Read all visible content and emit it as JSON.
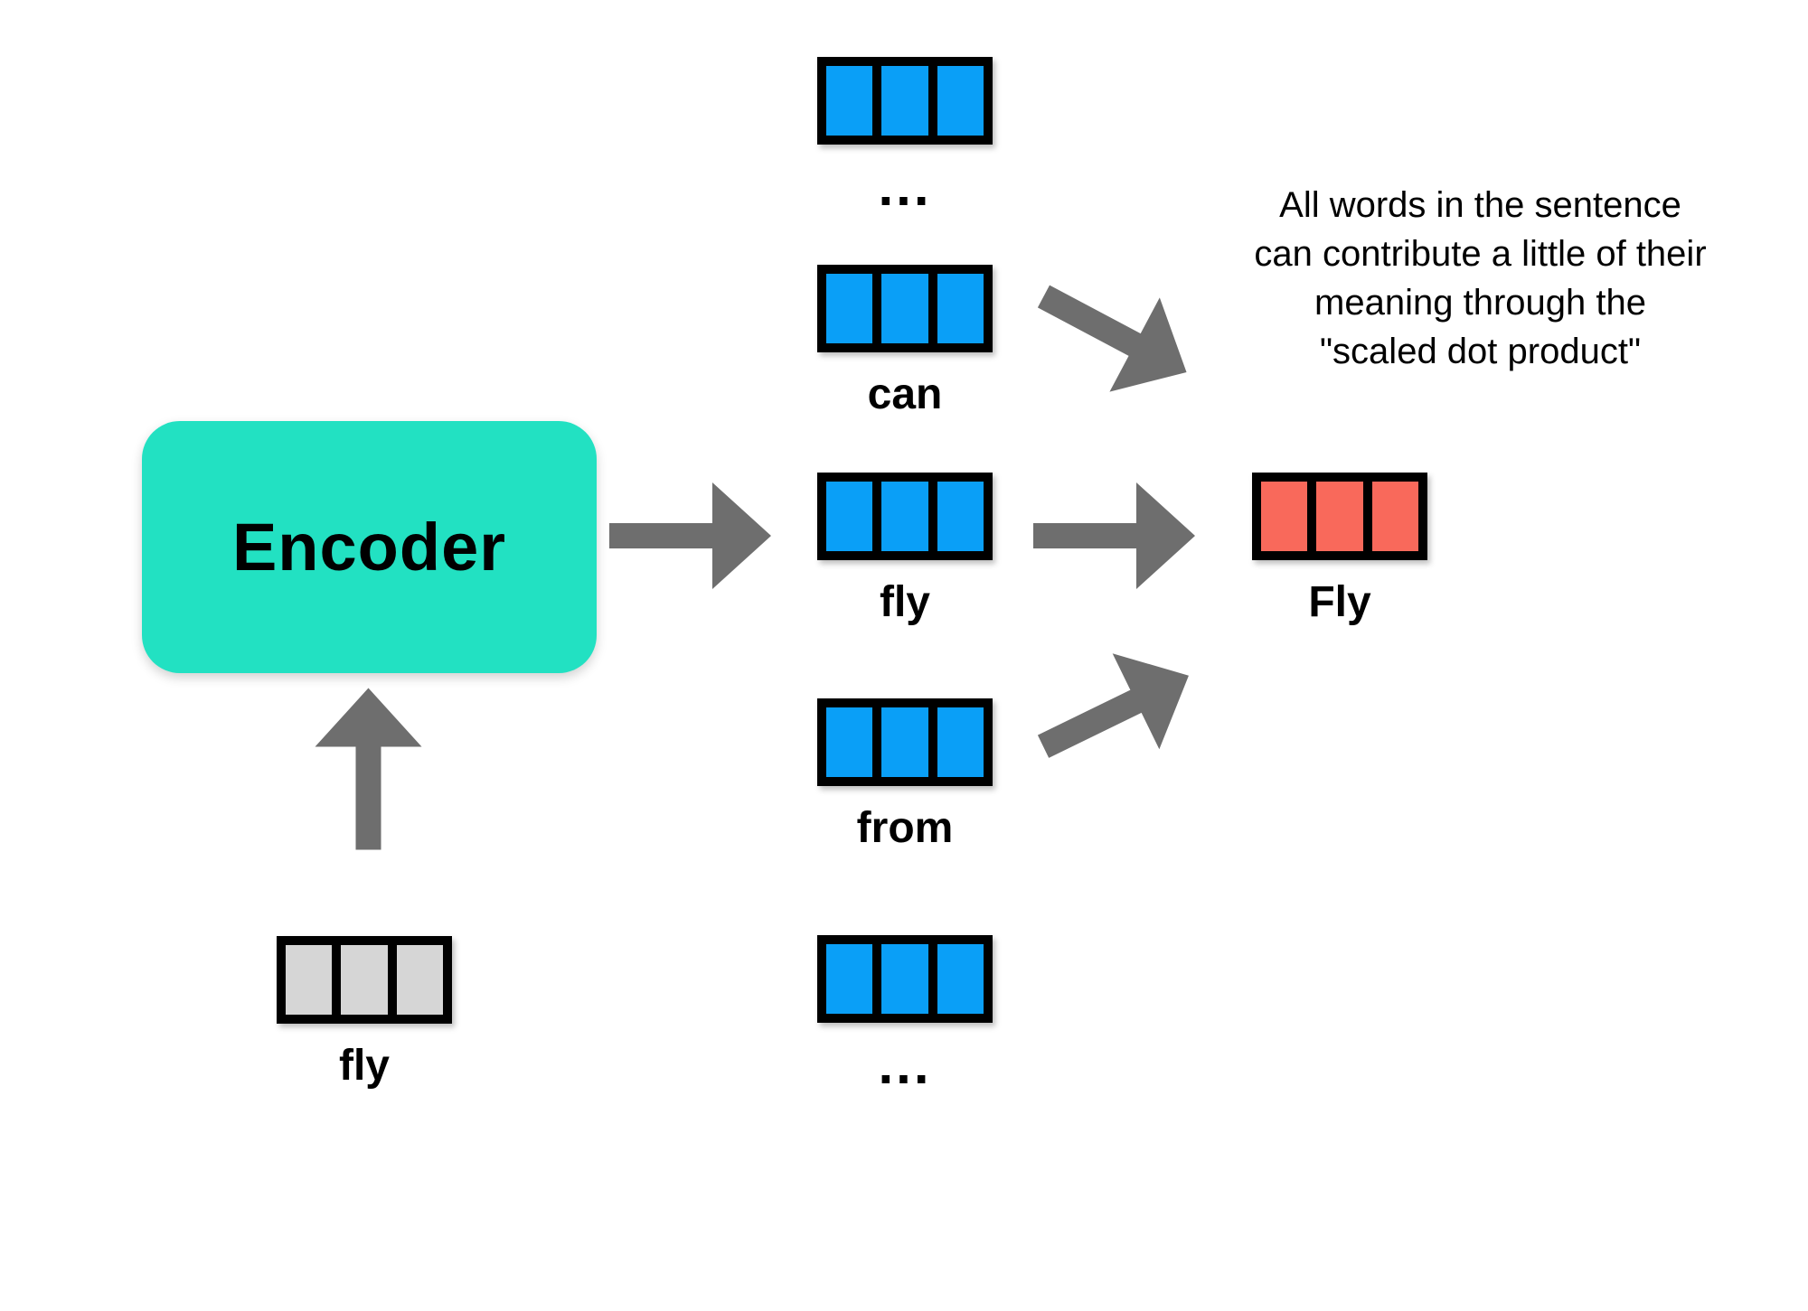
{
  "colors": {
    "background": "#FFFFFF",
    "encoder_fill": "#22E1C2",
    "token_blue": "#0A9FF7",
    "token_gray": "#D6D6D6",
    "token_red": "#F9695B",
    "arrow": "#6E6E6E",
    "border": "#000000",
    "text": "#000000"
  },
  "encoder": {
    "label": "Encoder"
  },
  "input_token": {
    "label": "fly",
    "cells": 3
  },
  "encoded_tokens": [
    {
      "label": "...",
      "cells": 3
    },
    {
      "label": "can",
      "cells": 3
    },
    {
      "label": "fly",
      "cells": 3
    },
    {
      "label": "from",
      "cells": 3
    },
    {
      "label": "...",
      "cells": 3
    }
  ],
  "output_token": {
    "label": "Fly",
    "cells": 3
  },
  "annotation": {
    "text": "All words in the sentence\ncan contribute a little of their\nmeaning through the\n\"scaled dot product\""
  }
}
